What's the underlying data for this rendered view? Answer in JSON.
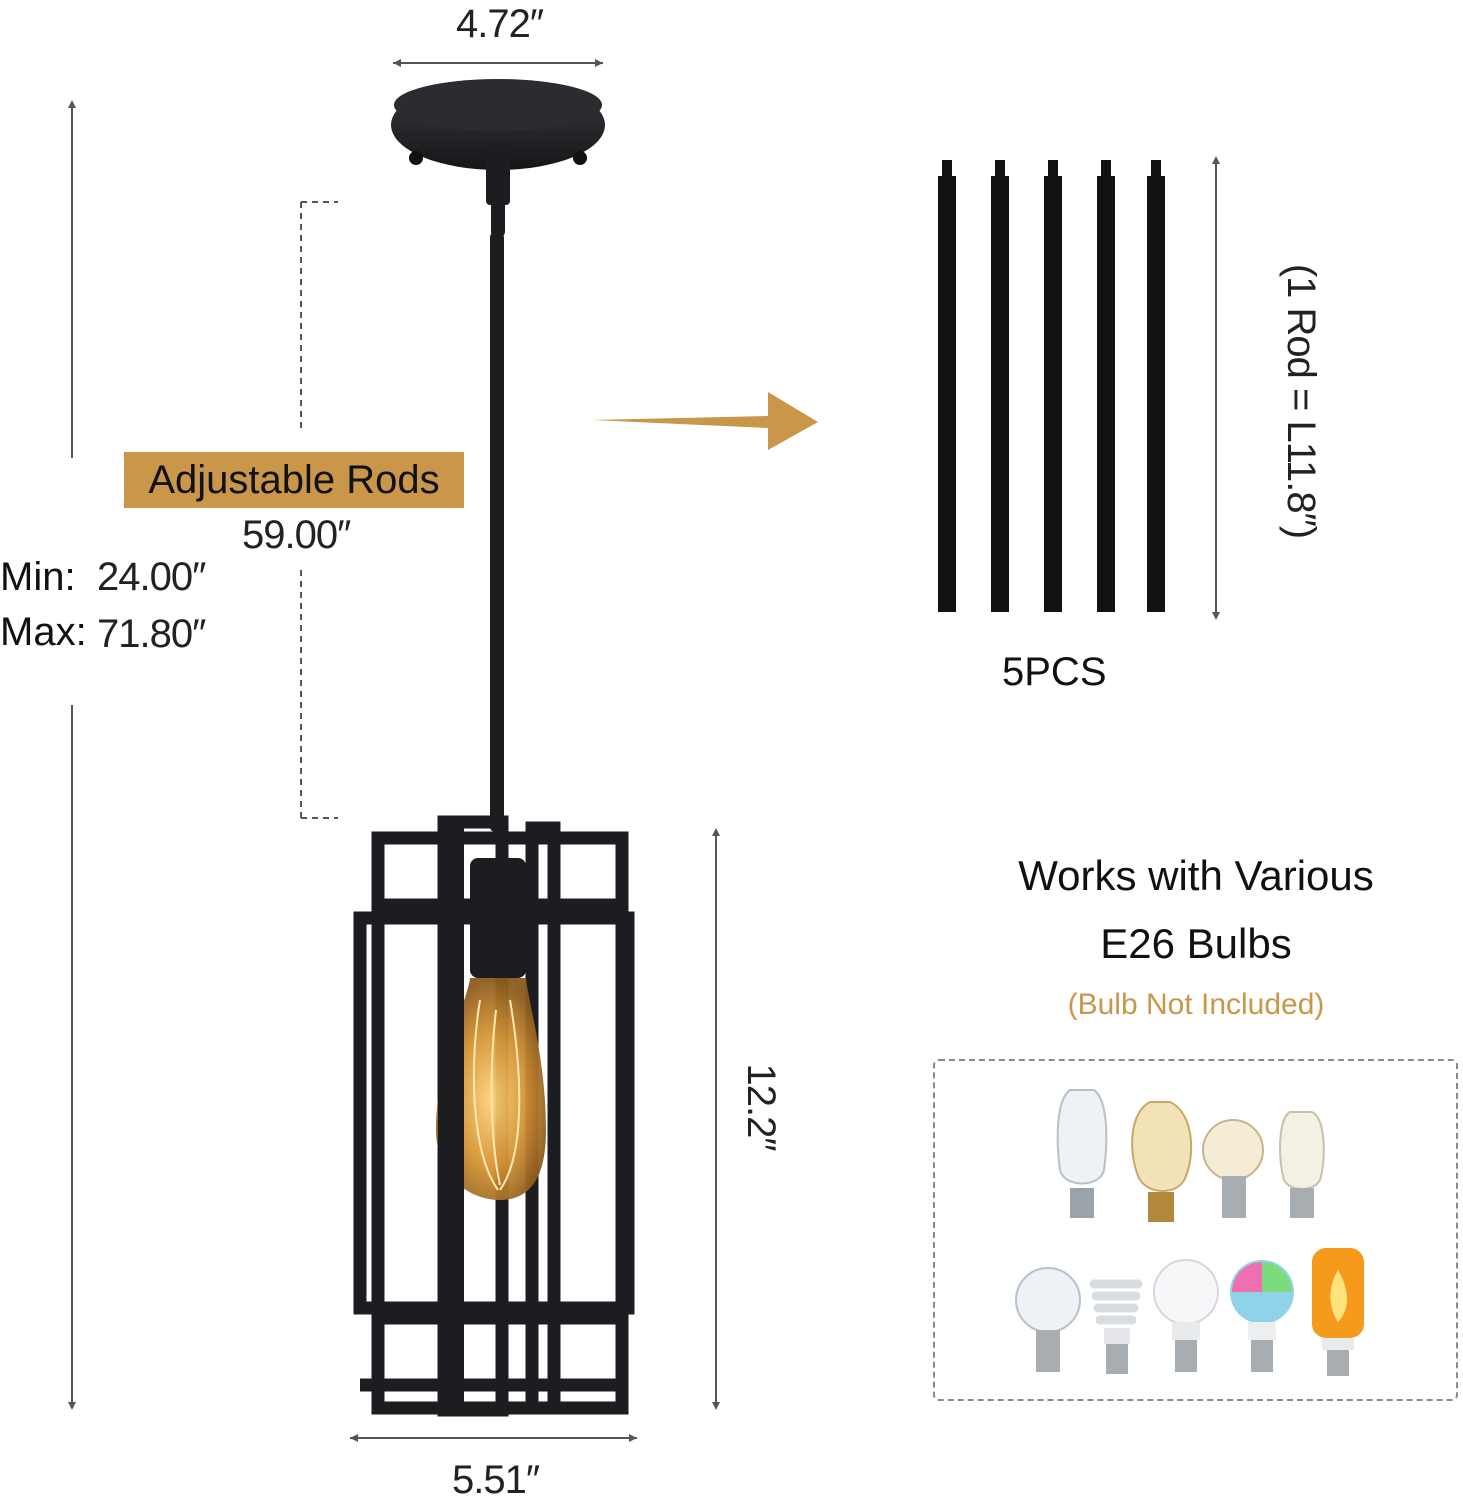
{
  "dimensions": {
    "canopy_width": "4.72″",
    "adjustable_label": "Adjustable Rods",
    "rod_total": "59.00″",
    "min_label": "Min:",
    "min_value": "24.00″",
    "max_label": "Max:",
    "max_value": "71.80″",
    "cage_height": "12.2″",
    "cage_width": "5.51″"
  },
  "rods": {
    "count_label": "5PCS",
    "length_label": "(1 Rod = L11.8″)"
  },
  "bulbs": {
    "heading_line1": "Works with Various",
    "heading_line2": "E26 Bulbs",
    "note": "(Bulb Not Included)"
  },
  "colors": {
    "accent": "#c9964a",
    "fixture": "#1c1d20",
    "dimension_line": "#555555"
  },
  "icons": [
    "arrow-right-icon",
    "pendant-light-fixture",
    "bulb-icon"
  ]
}
